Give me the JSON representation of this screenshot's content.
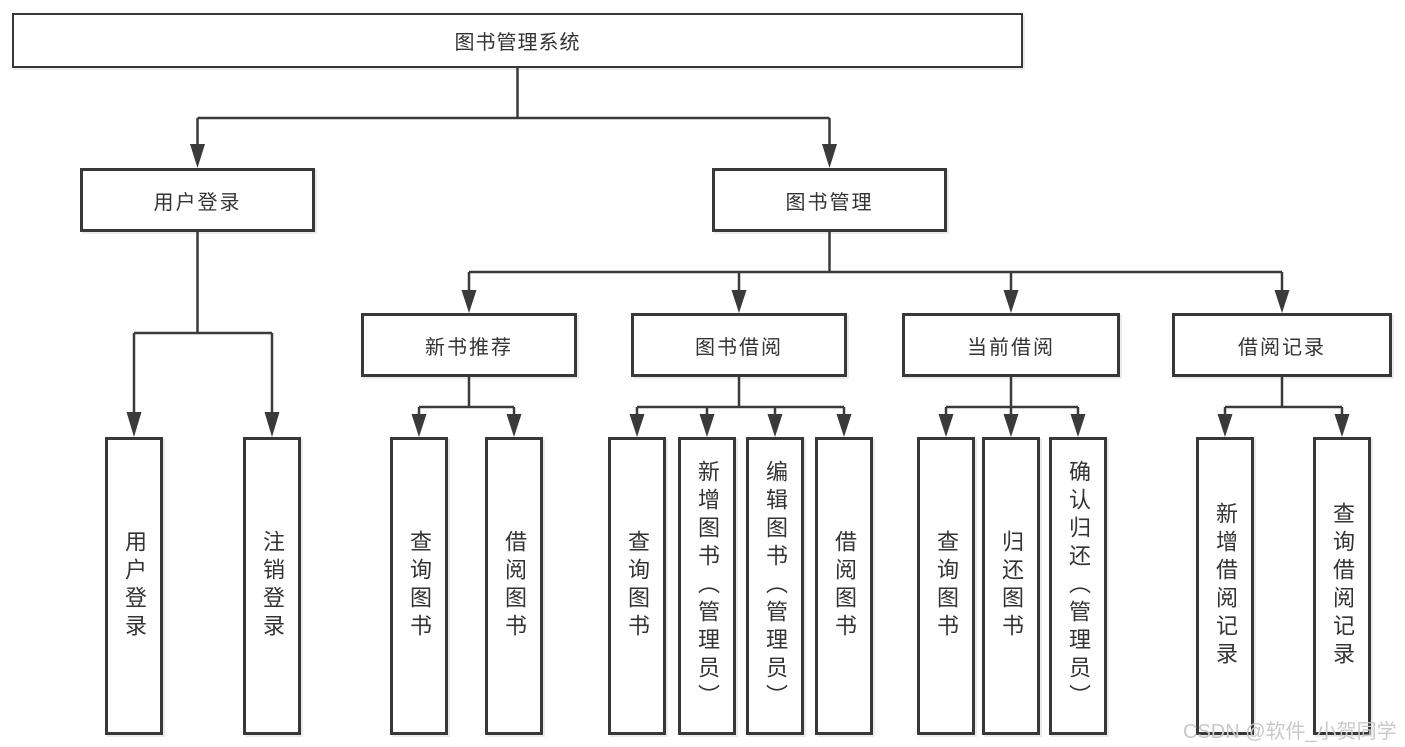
{
  "colors": {
    "line": "#3a3a3a",
    "box_border": "#383838",
    "text": "#333333",
    "watermark": "#c9c9c9",
    "background": "#ffffff"
  },
  "tree": {
    "root": {
      "label": "图书管理系统"
    },
    "children": [
      {
        "label": "用户登录",
        "children": [
          {
            "label": "用户登录"
          },
          {
            "label": "注销登录"
          }
        ]
      },
      {
        "label": "图书管理",
        "children": [
          {
            "label": "新书推荐",
            "children": [
              {
                "label": "查询图书"
              },
              {
                "label": "借阅图书"
              }
            ]
          },
          {
            "label": "图书借阅",
            "children": [
              {
                "label": "查询图书"
              },
              {
                "label": "新增图书（管理员）"
              },
              {
                "label": "编辑图书（管理员）"
              },
              {
                "label": "借阅图书"
              }
            ]
          },
          {
            "label": "当前借阅",
            "children": [
              {
                "label": "查询图书"
              },
              {
                "label": "归还图书"
              },
              {
                "label": "确认归还（管理员）"
              }
            ]
          },
          {
            "label": "借阅记录",
            "children": [
              {
                "label": "新增借阅记录"
              },
              {
                "label": "查询借阅记录"
              }
            ]
          }
        ]
      }
    ]
  },
  "watermark": {
    "text": "CSDN @软件_小贺同学"
  }
}
